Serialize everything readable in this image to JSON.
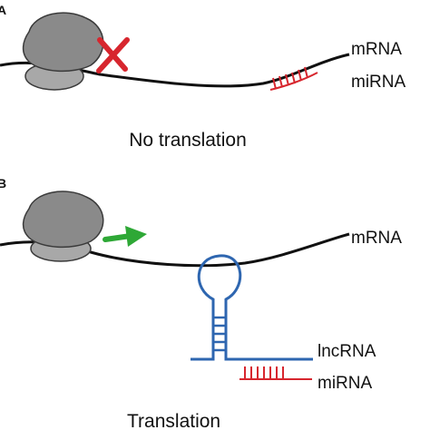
{
  "panels": [
    {
      "letter": "A",
      "rna_labels": [
        "mRNA",
        "miRNA"
      ],
      "caption": "No translation"
    },
    {
      "letter": "B",
      "rna_labels": [
        "mRNA",
        "lncRNA",
        "miRNA"
      ],
      "caption": "Translation"
    }
  ],
  "colors": {
    "rna_strand": "#111111",
    "ribosome_large": "#8a8a8a",
    "ribosome_small": "#a8a8a8",
    "ribosome_outline": "#3a3a3a",
    "blocked_mark": "#d7262e",
    "mirna": "#d7262e",
    "proceed_arrow": "#2ea836",
    "lncrna": "#2e66b0"
  },
  "icons": {
    "blocked": "red-x-icon",
    "proceed": "green-arrow-icon"
  }
}
